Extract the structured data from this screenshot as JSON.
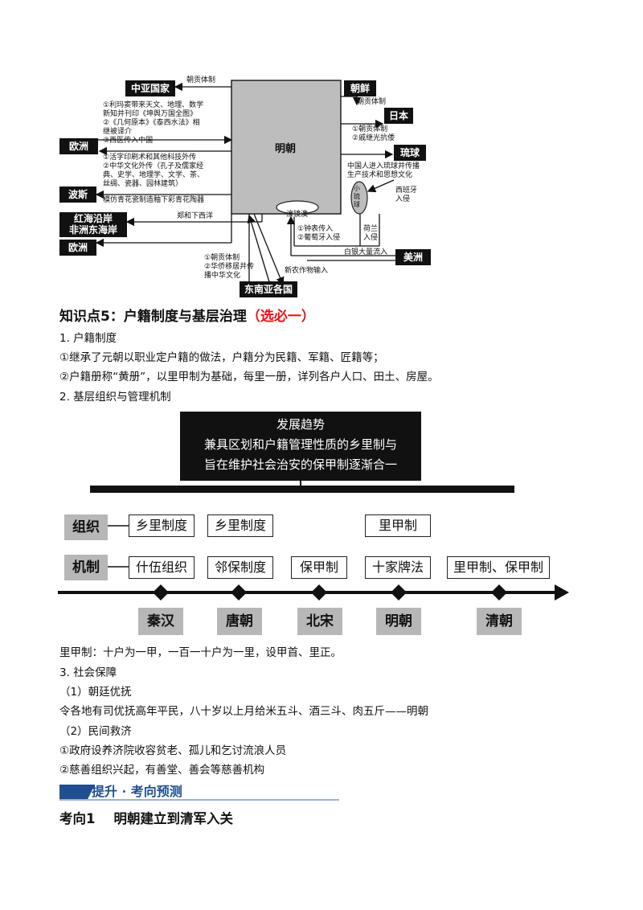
{
  "diagram1": {
    "center": "明朝",
    "macao": "濠镜澳",
    "small_ryukyu": "小琉球",
    "left_boxes": [
      "中亚国家",
      "欧洲",
      "波斯",
      "红海沿岸",
      "非洲东海岸",
      "欧洲"
    ],
    "right_boxes": [
      "朝鲜",
      "日本",
      "琉球",
      "美洲"
    ],
    "bottom_box": "东南亚各国",
    "labels": {
      "tribute_top": "朝贡体制",
      "europe_in_1": "①利玛窦带来天文、地理、数学",
      "europe_in_2": "新知并刊印《坤舆万国全图》",
      "europe_in_3": "②《几何原本》《泰西水法》相",
      "europe_in_4": "继被译介",
      "europe_in_5": "③西医传入中国",
      "europe_out_1": "①活字印刷术和其他科技外传",
      "europe_out_2": "②中华文化外传（孔子及儒家经",
      "europe_out_3": "典、史学、地理学、文学、茶、",
      "europe_out_4": "丝绸、瓷器、园林建筑）",
      "persia": "模仿青花瓷制造釉下彩青花陶器",
      "zhenghe": "郑和下西洋",
      "korea": "朝贡体制",
      "japan_1": "①朝贡体制",
      "japan_2": "②戚继光抗倭",
      "ryukyu_1": "中国人进入琉球并传播",
      "ryukyu_2": "生产技术和思想文化",
      "spain_1": "西班牙",
      "spain_2": "入侵",
      "macao_1": "①钟表传入",
      "macao_2": "②葡萄牙入侵",
      "dutch_1": "荷兰",
      "dutch_2": "入侵",
      "silver": "白银大量流入",
      "crops": "新农作物输入",
      "sea_1": "①朝贡体制",
      "sea_2": "②华侨移居并传",
      "sea_3": "播中华文化"
    }
  },
  "section": {
    "title_main": "知识点5：户籍制度与基层治理",
    "title_tag": "（选必一）",
    "item1_title": "1.  户籍制度",
    "item1_p1": "①继承了元朝以职业定户籍的做法，户籍分为民籍、军籍、匠籍等；",
    "item1_p2": "②户籍册称“黄册”，以里甲制为基础，每里一册，详列各户人口、田土、房屋。",
    "item2_title": "2.  基层组织与管理机制"
  },
  "diagram2": {
    "trend_title": "发展趋势",
    "trend_line1": "兼具区划和户籍管理性质的乡里制与",
    "trend_line2": "旨在维护社会治安的保甲制逐渐合一",
    "row_label_org": "组织",
    "row_label_mech": "机制",
    "org": [
      "乡里制度",
      "乡里制度",
      "里甲制"
    ],
    "mech": [
      "什伍组织",
      "邻保制度",
      "保甲制",
      "十家牌法",
      "里甲制、保甲制"
    ],
    "periods": [
      "秦汉",
      "唐朝",
      "北宋",
      "明朝",
      "清朝"
    ]
  },
  "after": {
    "lijia": "里甲制：十户为一甲，一百一十户为一里，设甲首、里正。",
    "item3_title": "3.  社会保障",
    "sub1": "（1）朝廷优抚",
    "sub1_text": "令各地有司优抚高年平民，八十岁以上月给米五斗、酒三斗、肉五斤——明朝",
    "sub2": "（2）民间救济",
    "sub2_p1": "①政府设养济院收容贫老、孤儿和乞讨流浪人员",
    "sub2_p2": "②慈善组织兴起，有善堂、善会等慈善机构",
    "banner": "提升 · 考向预测",
    "topic": "考向1    明朝建立到清军入关"
  }
}
